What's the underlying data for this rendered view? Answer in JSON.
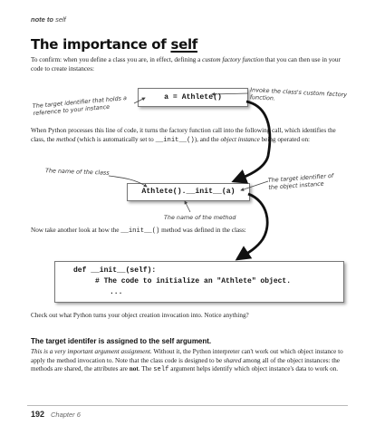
{
  "running_head": {
    "bold": "note to",
    "rest": "self"
  },
  "title": {
    "prefix": "The importance of ",
    "underlined": "self"
  },
  "intro": {
    "t1": "To confirm: when you define a class you are, in effect, defining a ",
    "t1_italic": "custom factory function",
    "t2": " that you can then use in your code to create instances:"
  },
  "code1": "a = Athlete()",
  "annotations": {
    "target_identifier_left": "The target identifier that holds a reference to your instance",
    "invoke_factory": "Invoke the class's custom factory function.",
    "name_of_class": "The name of the class",
    "target_identifier_right": "The target identifier of the object instance",
    "name_of_method": "The name of the method"
  },
  "para2": {
    "t1": "When Python processes this line of code, it turns the factory function call into the following call, which identifies the class, the ",
    "t1_italic": "method",
    "t2": " (which is automatically set to ",
    "code": "__init__()",
    "t3": "), and the ",
    "t3_italic": "object instance",
    "t4": " being operated on:"
  },
  "code2": "Athlete().__init__(a)",
  "para3": {
    "t1": "Now take another look at how the ",
    "code": "__init__()",
    "t2": " method was defined in the class:"
  },
  "code3": {
    "line1": "def __init__(self):",
    "line2": "# The code to initialize an \"Athlete\" object.",
    "line3": "..."
  },
  "para4": "Check out what Python turns your object creation invocation into. Notice anything?",
  "subhead": "The target identifer is assigned to the self argument.",
  "para5": {
    "t1_italic": "This is a very important argument assignment.",
    "t2": " Without it, the Python interpreter can't work out which object instance to apply the method invocation to. Note that the class code is designed to be ",
    "t2_italic": "shared",
    "t3": " among all of the object instances: the methods are shared, the attributes are ",
    "t3_bold": "not",
    "t4": ". The ",
    "code": "self",
    "t5": " argument helps identify which object instance's data to work on."
  },
  "footer": {
    "page_number": "192",
    "chapter": "Chapter 6"
  },
  "colors": {
    "arrow": "#111111",
    "text": "#222222",
    "box_border": "#777777"
  }
}
